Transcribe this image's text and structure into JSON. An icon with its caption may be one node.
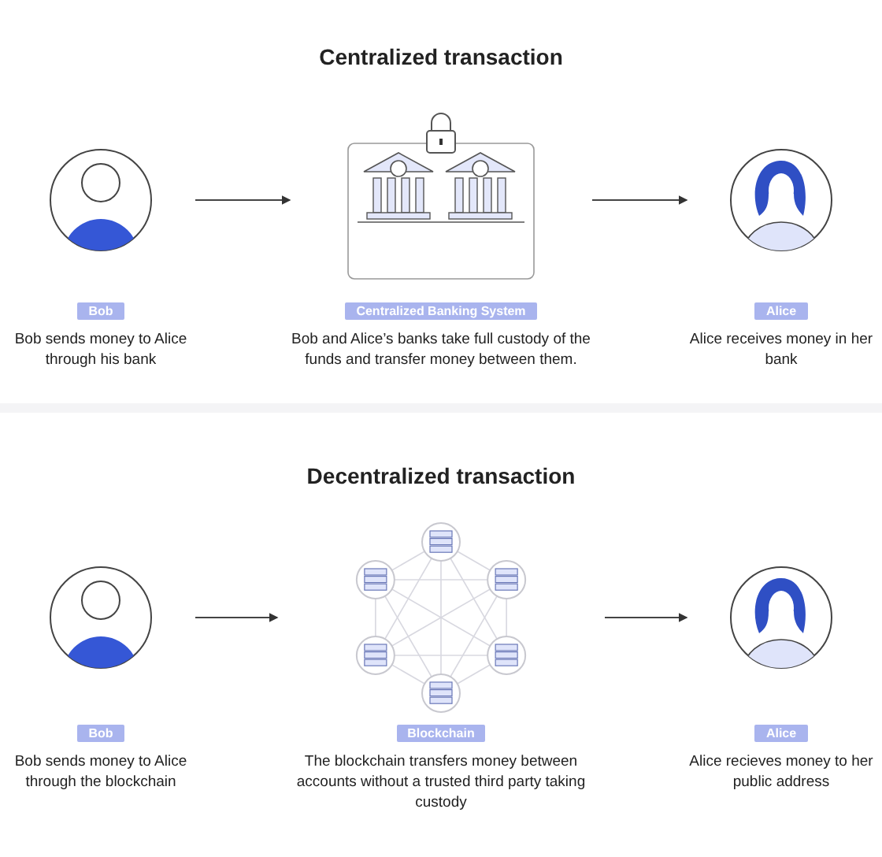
{
  "diagram": {
    "nodes": [
      {
        "text": [
          "Bob",
          "Bob sends money to Alice through his bank"
        ]
      },
      {
        "text": [
          "Centralized Banking System",
          "Bob and Alice’s banks take full custody of the funds and transfer money between them."
        ]
      },
      {
        "text": [
          "Alice",
          "Alice receives money in her bank"
        ]
      },
      {
        "text": [
          "Bob",
          "Bob sends money to Alice through the blockchain"
        ]
      },
      {
        "text": [
          "Blockchain",
          "The blockchain transfers money between accounts without a trusted third party taking custody"
        ]
      },
      {
        "text": [
          "Alice",
          "Alice recieves money to her public address"
        ]
      }
    ],
    "edges": [
      {
        "from": 0,
        "to": 1,
        "arrow": "to"
      },
      {
        "from": 1,
        "to": 2,
        "arrow": "to"
      },
      {
        "from": 3,
        "to": 4,
        "arrow": "to"
      },
      {
        "from": 4,
        "to": 5,
        "arrow": "to"
      }
    ],
    "labels": [
      "Centralized transaction",
      "Decentralized transaction"
    ]
  }
}
